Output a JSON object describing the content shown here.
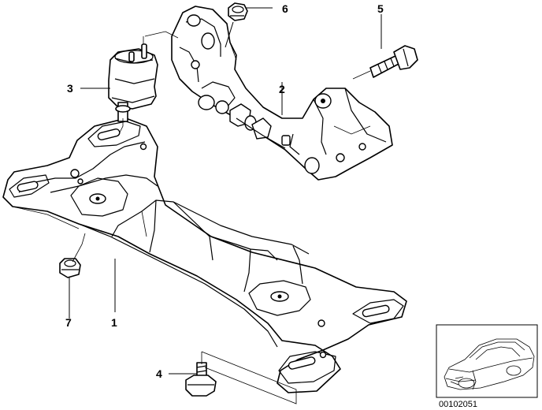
{
  "diagram": {
    "id_label": "00102051",
    "callouts": [
      {
        "number": "1",
        "part": "crossmember"
      },
      {
        "number": "2",
        "part": "bracket"
      },
      {
        "number": "3",
        "part": "engine mount"
      },
      {
        "number": "4",
        "part": "bolt"
      },
      {
        "number": "5",
        "part": "bolt"
      },
      {
        "number": "6",
        "part": "nut"
      },
      {
        "number": "7",
        "part": "nut"
      }
    ]
  },
  "colors": {
    "line": "#000000",
    "background": "#ffffff"
  }
}
